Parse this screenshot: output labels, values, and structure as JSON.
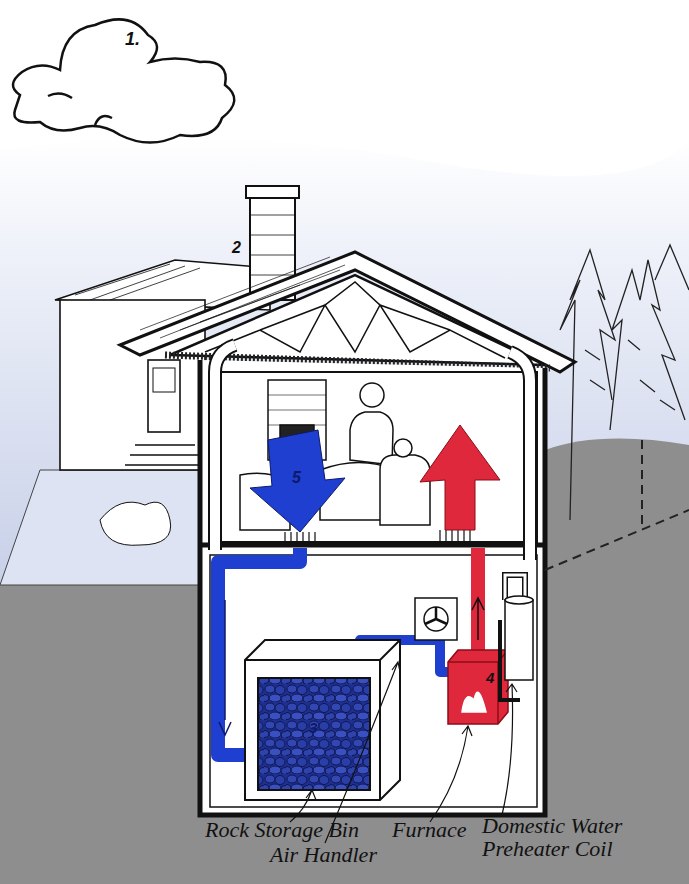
{
  "diagram": {
    "labels": [
      "1.",
      "2",
      "5",
      "3",
      "4",
      "Rock Storage Bin",
      "Air Handler",
      "Furnace",
      "Domestic Water Preheater Coil"
    ]
  }
}
